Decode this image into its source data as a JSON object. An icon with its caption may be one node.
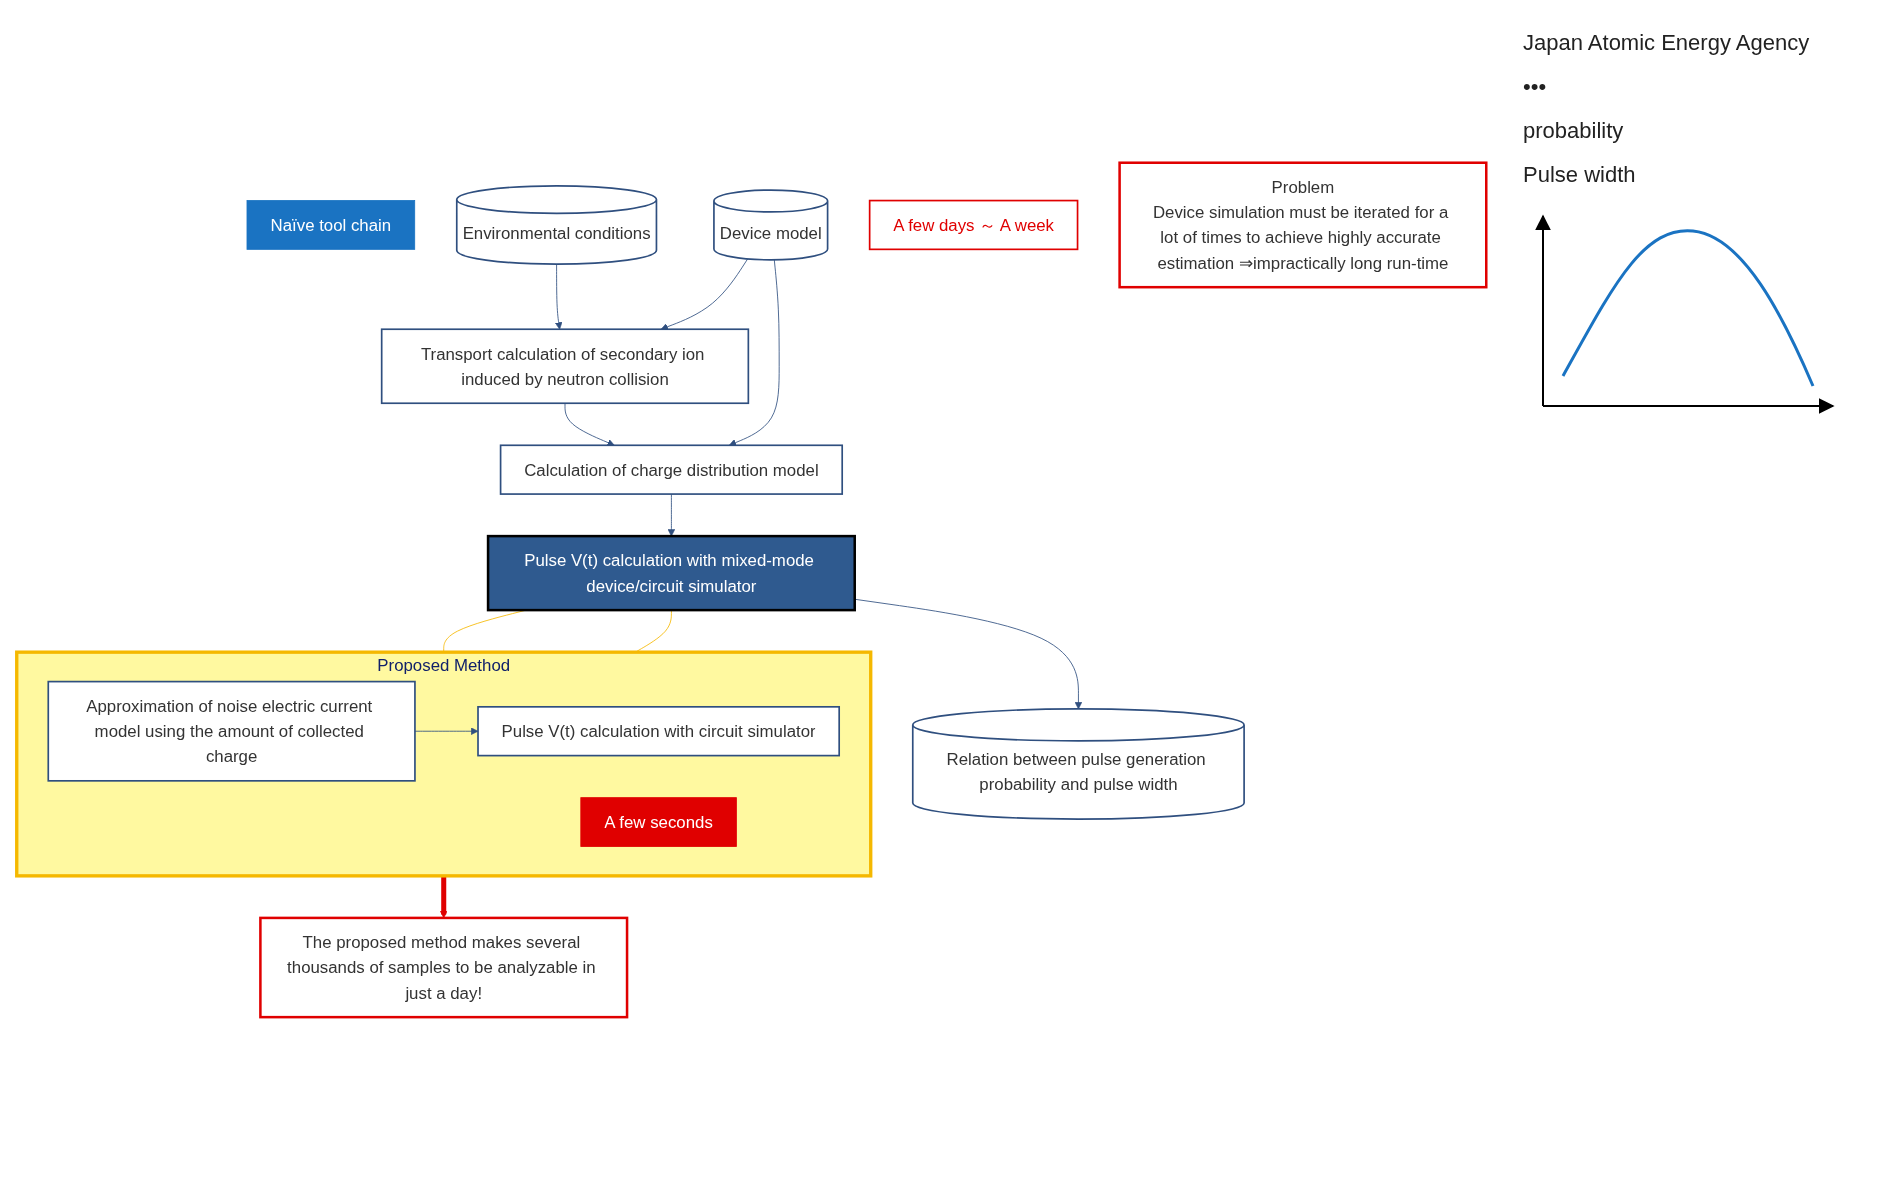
{
  "diagram": {
    "nodes": [
      {
        "text": [
          "Naïve tool chain"
        ]
      },
      {
        "text": [
          "Environmental conditions"
        ]
      },
      {
        "text": [
          "Device model"
        ]
      },
      {
        "text": [
          "Transport calculation of secondary ion induced by neutron collision"
        ]
      },
      {
        "text": [
          "Calculation of charge distribution model"
        ]
      },
      {
        "text": [
          "Pulse V(t) calculation with mixed-mode device/circuit simulator"
        ]
      },
      {
        "text": [
          "A few days ～ A week"
        ]
      },
      {
        "text": [
          "Relation between pulse generation probability and pulse width"
        ]
      },
      {
        "text": [
          "Problem",
          "Device simulation must be iterated for a lot of times to achieve highly accurate estimation ⇒impractically long run-time"
        ]
      },
      {
        "text": [
          "Proposed Method"
        ]
      },
      {
        "text": [
          "Approximation of noise electric current model using the amount of collected charge"
        ],
        "in": 9
      },
      {
        "text": [
          "A few seconds"
        ],
        "in": 9
      },
      {
        "text": [
          "Pulse V(t) calculation with circuit simulator"
        ],
        "in": 9
      },
      {
        "text": [
          "The proposed method makes several thousands of samples to be analyzable in just a day!"
        ]
      }
    ],
    "edges": [
      {
        "from": 1,
        "to": 3,
        "arrow": "to"
      },
      {
        "from": 2,
        "to": 3,
        "arrow": "to"
      },
      {
        "from": 3,
        "to": 4,
        "arrow": "to"
      },
      {
        "from": 2,
        "to": 4,
        "arrow": "to"
      },
      {
        "from": 4,
        "to": 5,
        "arrow": "to"
      },
      {
        "from": 5,
        "to": 7,
        "arrow": "to"
      },
      {
        "from": 5,
        "to": 9,
        "arrow": "none",
        "color": "#f5b800"
      },
      {
        "from": 5,
        "to": 9,
        "arrow": "none",
        "color": "#f5b800"
      },
      {
        "from": 10,
        "to": 12,
        "arrow": "to"
      },
      {
        "from": 9,
        "to": 13,
        "arrow": "to",
        "style": "thick",
        "color": "#e00000"
      }
    ],
    "labels": [
      "Japan Atomic Energy Agency",
      "•••",
      "probability",
      "Pulse width"
    ]
  }
}
